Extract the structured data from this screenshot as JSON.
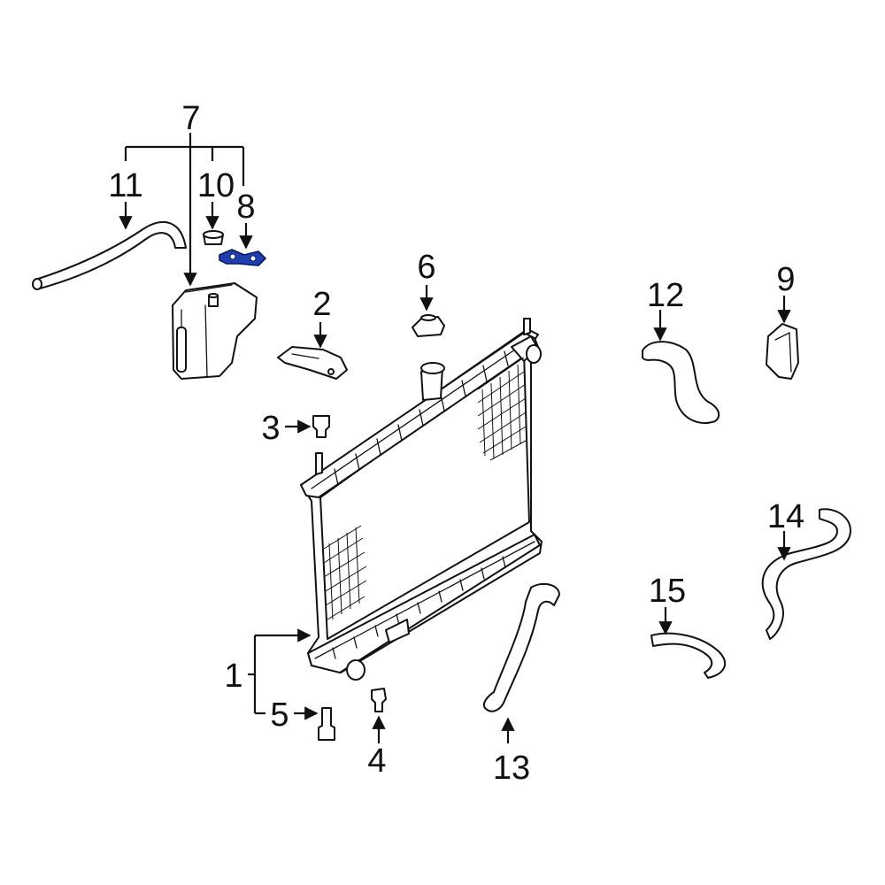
{
  "diagram": {
    "highlight_color": "#1f3fb0",
    "line_color": "#111111",
    "background": "#ffffff",
    "callouts": [
      {
        "id": "c1",
        "label": "1"
      },
      {
        "id": "c2",
        "label": "2"
      },
      {
        "id": "c3",
        "label": "3"
      },
      {
        "id": "c4",
        "label": "4"
      },
      {
        "id": "c5",
        "label": "5"
      },
      {
        "id": "c6",
        "label": "6"
      },
      {
        "id": "c7",
        "label": "7"
      },
      {
        "id": "c8",
        "label": "8"
      },
      {
        "id": "c9",
        "label": "9"
      },
      {
        "id": "c10",
        "label": "10"
      },
      {
        "id": "c11",
        "label": "11"
      },
      {
        "id": "c12",
        "label": "12"
      },
      {
        "id": "c13",
        "label": "13"
      },
      {
        "id": "c14",
        "label": "14"
      },
      {
        "id": "c15",
        "label": "15"
      }
    ],
    "highlighted_part": "8"
  }
}
